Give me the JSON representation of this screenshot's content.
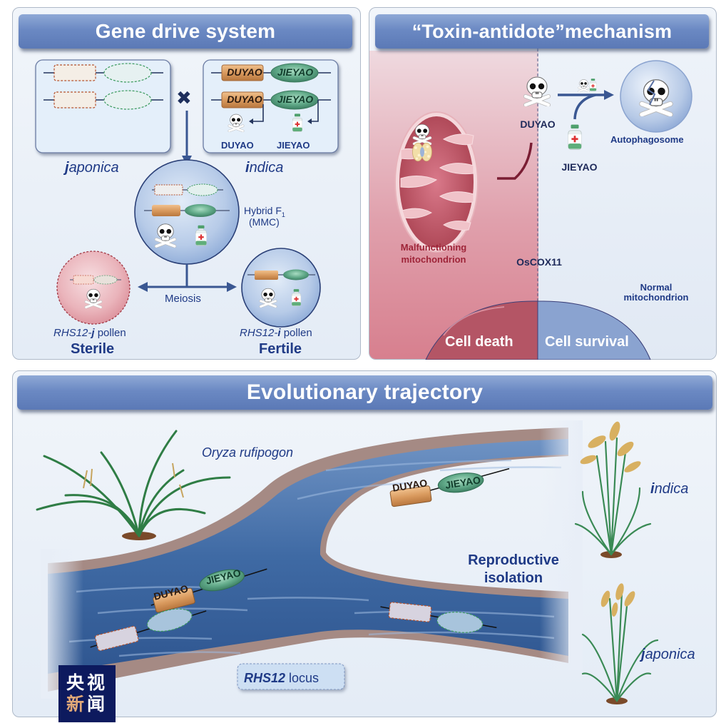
{
  "panels": {
    "gene_drive": {
      "title": "Gene drive system",
      "japonica_label_bold": "j",
      "japonica_label_rest": "aponica",
      "indica_label_bold": "i",
      "indica_label_rest": "ndica",
      "duyao_gene": "DUYAO",
      "jieyao_gene": "JIEYAO",
      "duyao_product": "DUYAO",
      "jieyao_product": "JIEYAO",
      "cross_symbol": "✖",
      "hybrid_label_line1": "Hybrid F",
      "hybrid_label_sub": "1",
      "hybrid_label_line2": "(MMC)",
      "meiosis_label": "Meiosis",
      "sterile_pollen_italic": "RHS12-",
      "sterile_pollen_bold": "j",
      "sterile_pollen_rest": " pollen",
      "sterile_label": "Sterile",
      "fertile_pollen_italic": "RHS12-",
      "fertile_pollen_bold": "i",
      "fertile_pollen_rest": " pollen",
      "fertile_label": "Fertile"
    },
    "toxin_antidote": {
      "title": "“Toxin-antidote”mechanism",
      "duyao_tag": "DUYAO",
      "jieyao_tag": "JIEYAO",
      "oscox11_tag": "OsCOX11",
      "autophagosome_label": "Autophagosome",
      "malfunction_label_line1": "Malfunctioning",
      "malfunction_label_line2": "mitochondrion",
      "normal_label_line1": "Normal",
      "normal_label_line2": "mitochondrion",
      "cell_death_label": "Cell death",
      "cell_survival_label": "Cell survival"
    },
    "evolution": {
      "title": "Evolutionary trajectory",
      "rufipogon_label": "Oryza rufipogon",
      "indica_label_bold": "i",
      "indica_label_rest": "ndica",
      "japonica_label_bold": "j",
      "japonica_label_rest": "aponica",
      "reproductive_isolation_line1": "Reproductive",
      "reproductive_isolation_line2": "isolation",
      "duyao_gene": "DUYAO",
      "jieyao_gene": "JIEYAO",
      "locus_label_italic": "RHS12",
      "locus_label_rest": " locus"
    }
  },
  "watermark": {
    "line1": "央视",
    "line2_a": "新",
    "line2_b": "闻"
  },
  "colors": {
    "banner_blue": "#6b89c3",
    "label_navy": "#1f3a86",
    "duyao_orange": "#d89a5c",
    "jieyao_green": "#4f9a78",
    "death_red": "#c45a6c",
    "survival_blue": "#8aa3d0",
    "water_blue": "#3e6aa3",
    "bank_brown": "#a38880",
    "logo_navy": "#0d1a5e",
    "logo_orange": "#e0a878"
  }
}
